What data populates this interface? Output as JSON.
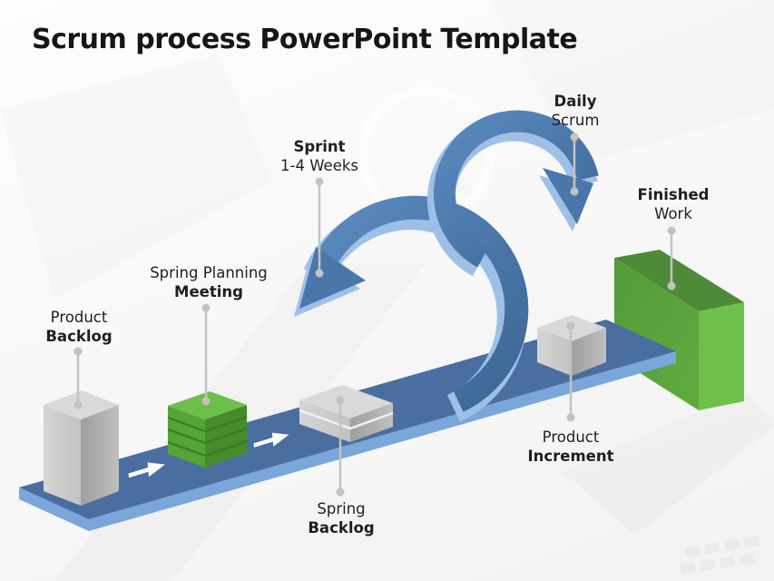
{
  "slide": {
    "title": "Scrum process PowerPoint Template"
  },
  "labels": {
    "daily_scrum": {
      "line1": "Daily",
      "line2": "Scrum"
    },
    "sprint": {
      "line1": "Sprint",
      "line2": "1-4 Weeks"
    },
    "finished_work": {
      "line1": "Finished",
      "line2": "Work"
    },
    "sprint_planning": {
      "line1": "Spring Planning",
      "line2": "Meeting"
    },
    "product_backlog": {
      "line1": "Product",
      "line2": "Backlog"
    },
    "spring_backlog": {
      "line1": "Spring",
      "line2": "Backlog"
    },
    "product_increment": {
      "line1": "Product",
      "line2": "Increment"
    }
  },
  "colors": {
    "title_text": "#161616",
    "label_text": "#1f1f1f",
    "ramp_top": "#4a6e9f",
    "ramp_edge": "#7ba6da",
    "ribbon_dark": "#3c6694",
    "ribbon_mid": "#5b8ac0",
    "ribbon_light": "#9fc0e6",
    "arrowhead_dark": "#4a76a9",
    "box_gray_top": "#dadada",
    "box_gray_front": "#cfcfcf",
    "box_gray_side": "#aeaeae",
    "green_top": "#6cc04a",
    "green_front": "#55a436",
    "green_side": "#478c2c",
    "green_stripe": "#3a7a22",
    "finished_top": "#4e8a38",
    "finished_front": "#5aa23d",
    "finished_side": "#6fc04b",
    "callout_gray": "#c3c3c3",
    "arrow_white": "#ffffff",
    "gap_white": "#f2f2f2"
  }
}
